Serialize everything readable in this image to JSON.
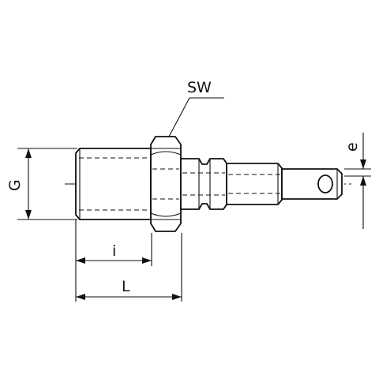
{
  "labels": {
    "wrench_size": "SW",
    "thread_diameter": "G",
    "thread_length": "i",
    "overall_length": "L",
    "pin_offset": "e"
  }
}
